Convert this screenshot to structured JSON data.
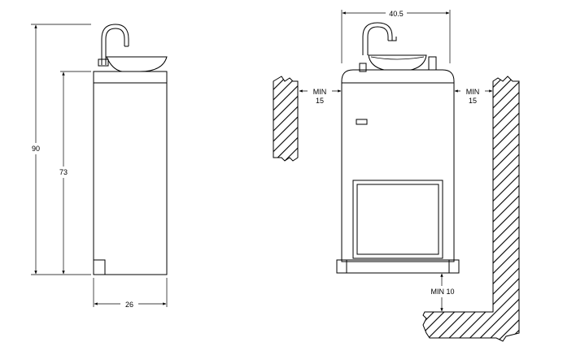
{
  "side_view": {
    "height_total": "90",
    "height_cabinet": "73",
    "depth": "26"
  },
  "front_view": {
    "width": "40.5",
    "clearance_left_1": "MIN",
    "clearance_left_2": "15",
    "clearance_right_1": "MIN",
    "clearance_right_2": "15",
    "clearance_floor": "MIN 10"
  }
}
